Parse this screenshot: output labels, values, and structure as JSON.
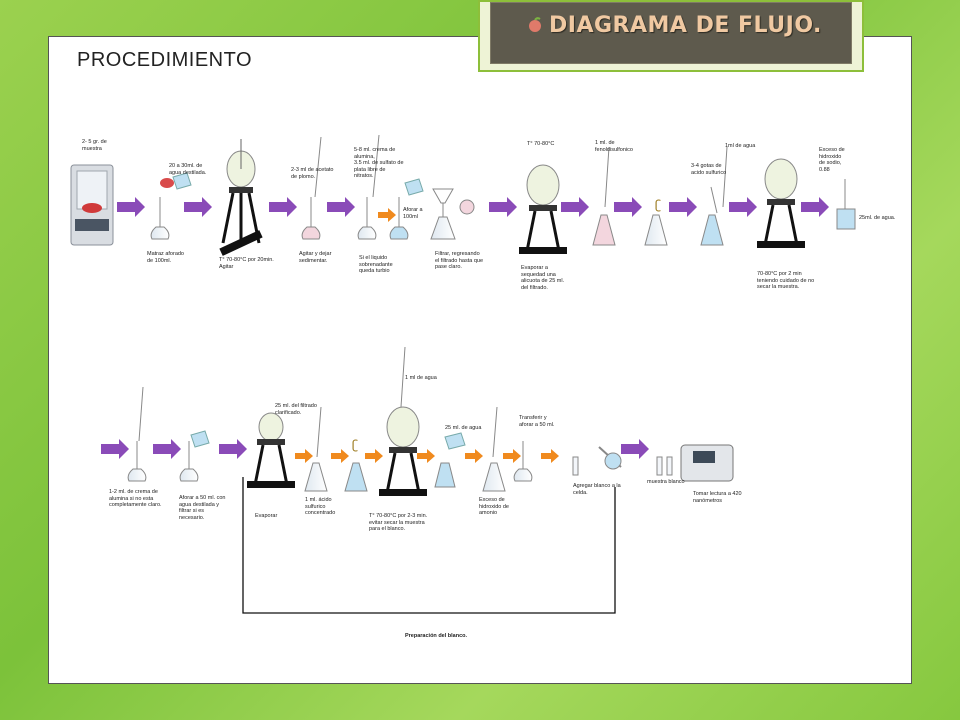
{
  "slide_title": "DIAGRAMA DE FLUJO.",
  "heading": "PROCEDIMIENTO",
  "colors": {
    "arrow_purple": "#8a4bb8",
    "arrow_orange": "#f08a1e",
    "frame_green": "#8dbf3a",
    "title_bg": "#5e5a4d",
    "title_text": "#f0c9a2"
  },
  "row1_labels": [
    "2- 5 gr. de\nmuestra",
    "20 a 30ml. de\nagua destilada.",
    "Matraz aforado\nde 100ml.",
    "T° 70-80°C por 20min.\nAgitar",
    "2-3 ml de    acetato\nde plomo.",
    "Agitar y dejar\nsedimentar.",
    "5-8 ml. crema de\nalumina,\n3.5 ml. de sulfato de\nplata libre de\nnitratos.",
    "Si el liquido\nsobrenadante\nqueda turbio",
    "Aforar a\n100ml",
    "Filtrar, regresando\nel filtrado hasta que\npase claro.",
    "T° 70-80°C",
    "Evaporar a\nsequedad una\nalicuota de 25 ml.\ndel filtrado.",
    "1 ml. de\nfenoldisulfonico",
    "3-4 gotas de\nacido sulfurico",
    "1ml de agua",
    "70-80°C por 2 min\nteniendo cuidado de no\nsecar la muestra.",
    "Exceso de\nhidroxido\nde sodio,\n0.88",
    "25ml. de agua."
  ],
  "row2_labels": [
    "1-2 ml. de crema de\nalumina si no esta\ncompletamente claro.",
    "Aforar a 50 ml. con\nagua destilada y\nfiltrar si es\nnecesario.",
    "25 ml. del filtrado\nclarificado.",
    "Evaporar",
    "1 ml. ácido\nsulfurico\nconcentrado",
    "1 ml de agua",
    "T° 70-80°C por 2-3 min.\nevitar secar la muestra\npara el blanco.",
    "25 ml. de agua",
    "Exceso de\nhidroxido de\namonio",
    "Transferir y\naforar a 50 ml.",
    "Agregar blanco a la\ncelda.",
    "muestra  blanco",
    "Tomar lectura a 420\nnanómetros"
  ],
  "blank_prep_label": "Preparación del blanco."
}
